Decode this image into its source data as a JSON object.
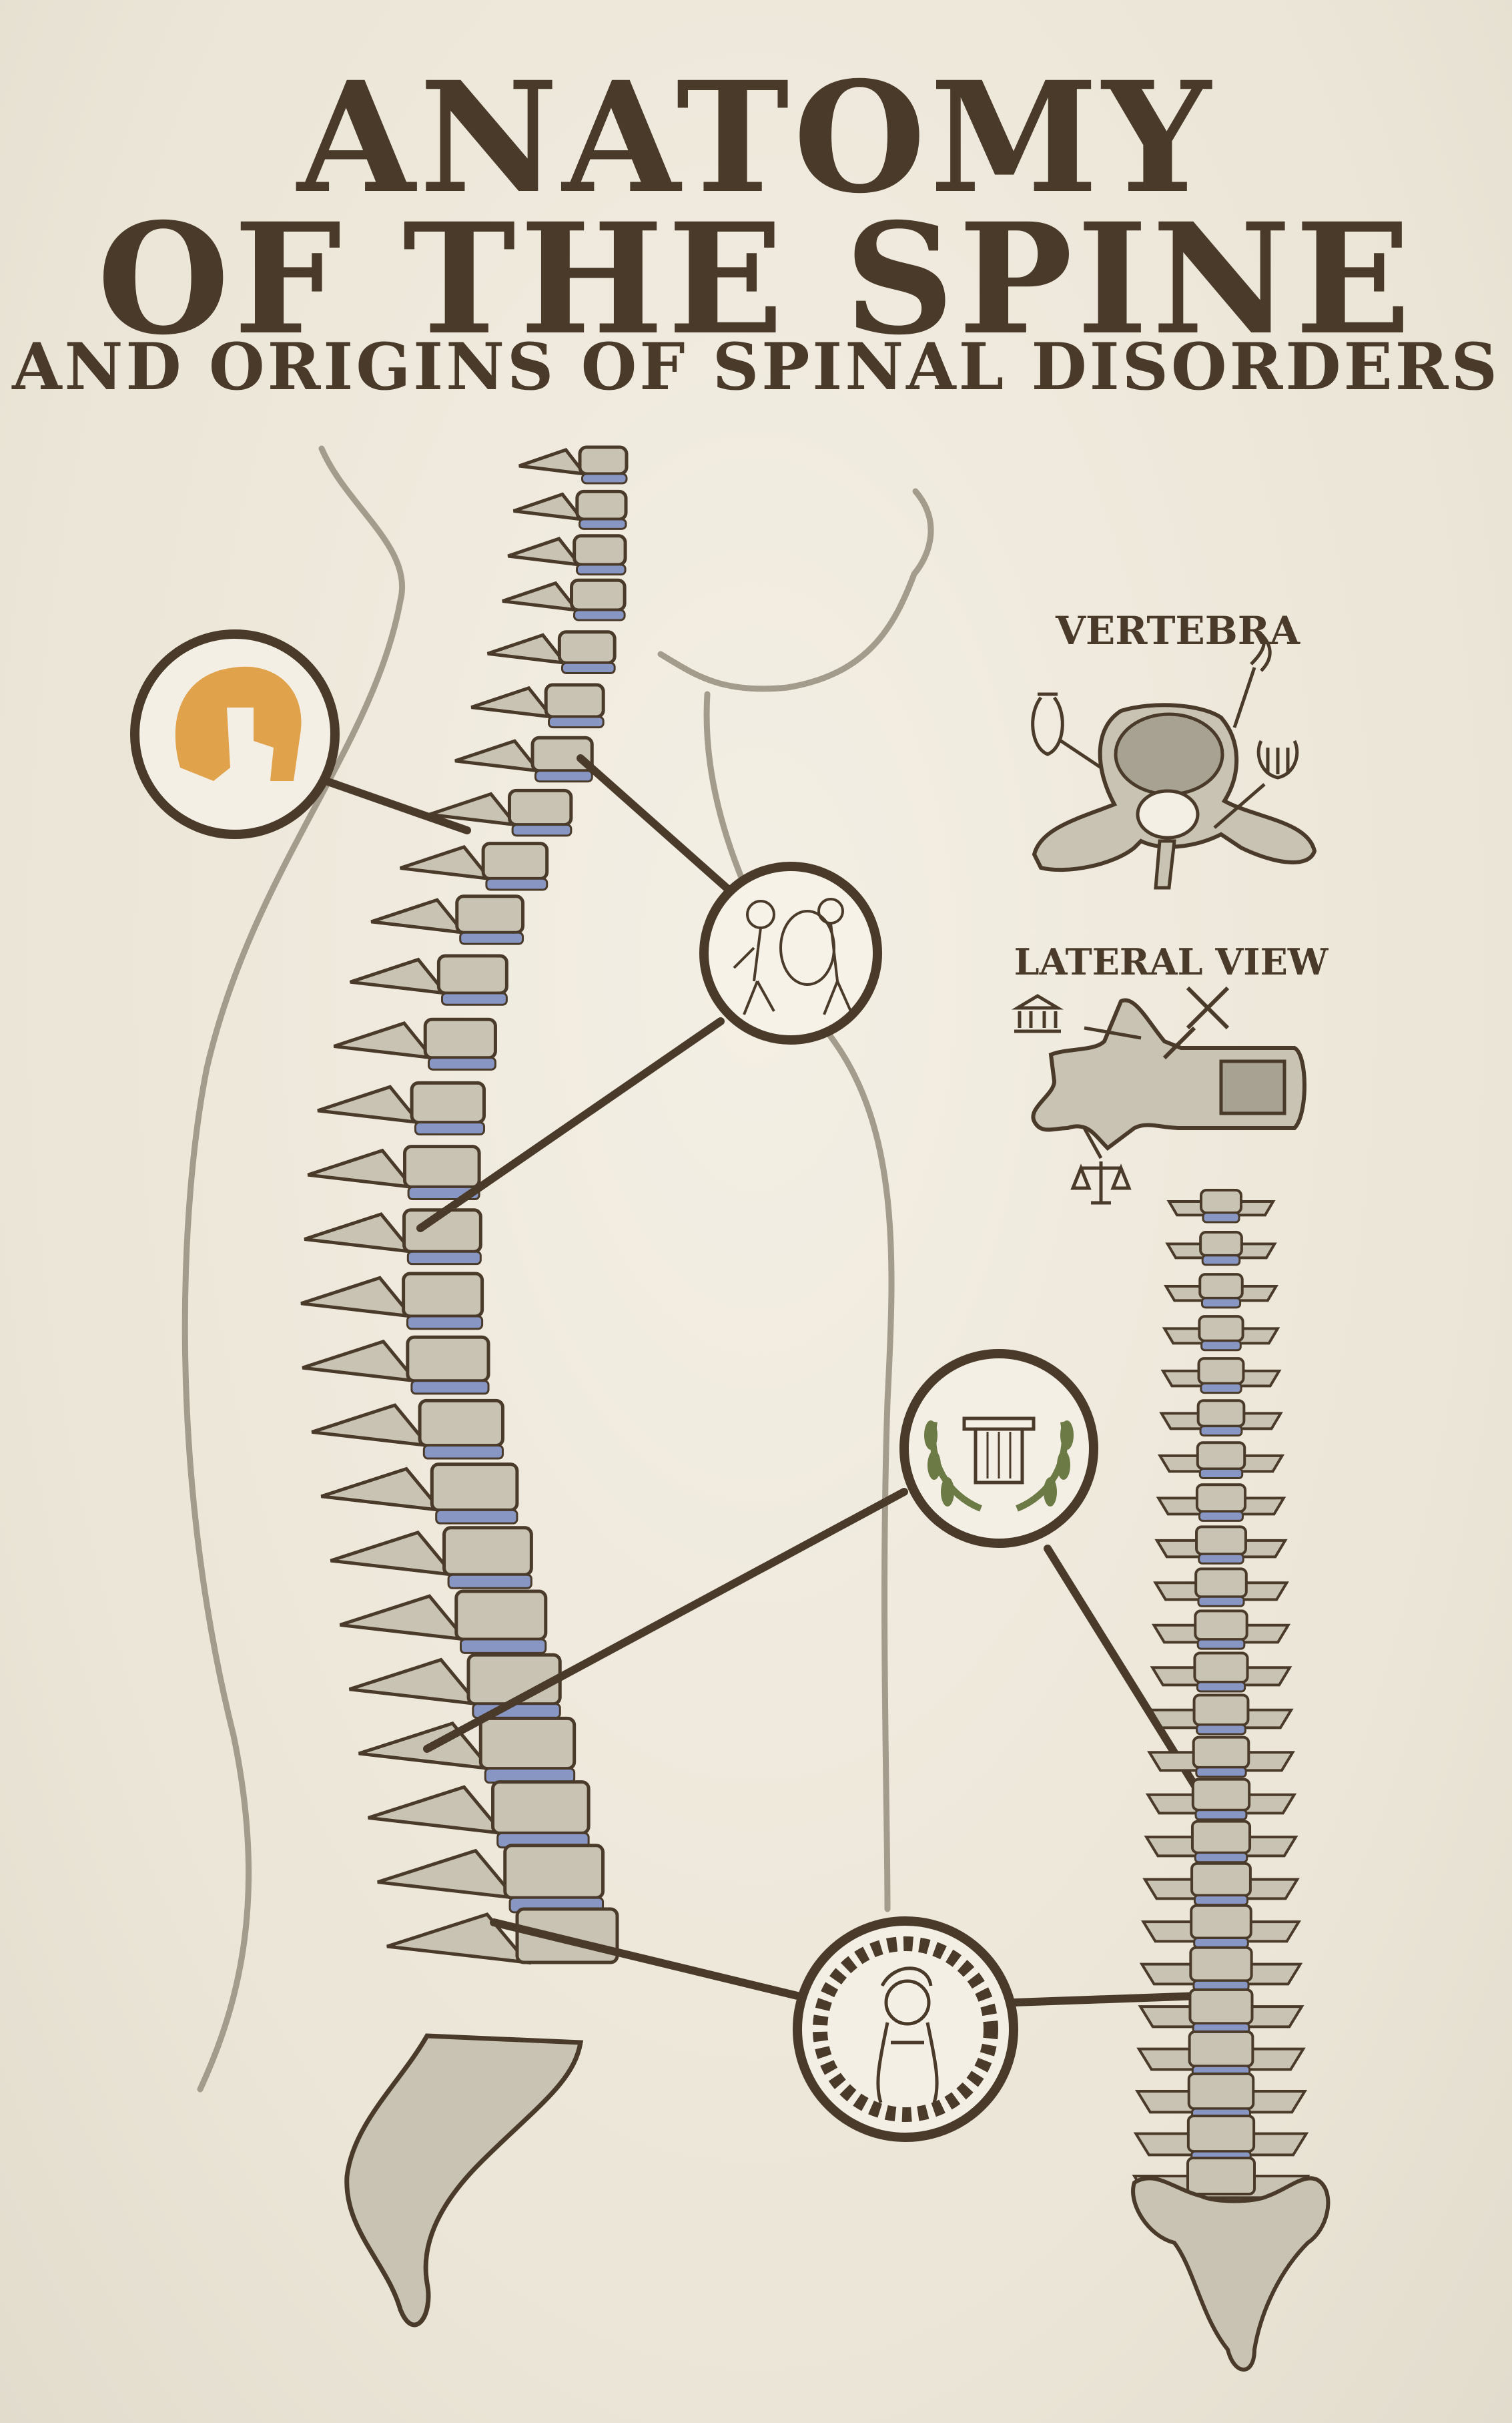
{
  "poster": {
    "title_line1": "ANATOMY",
    "title_line2": "OF THE SPINE",
    "subtitle": "AND ORIGINS OF SPINAL DISORDERS"
  },
  "vertebra_panel": {
    "label": "VERTEBRA",
    "icons": [
      "amphora-icon",
      "torch-icon",
      "lyre-icon"
    ]
  },
  "lateral_panel": {
    "label": "LATERAL VIEW",
    "icons": [
      "temple-icon",
      "crossed-swords-icon",
      "scales-icon"
    ]
  },
  "medallions": [
    "spartan-helmet-icon",
    "warriors-illustration",
    "laurel-column-icon",
    "athena-meander-icon"
  ],
  "colors": {
    "ink": "#4a3a2a",
    "bone": "#c9c3b3",
    "disc": "#8896c4",
    "body_outline": "#a39c8c",
    "helmet": "#e0a24a",
    "laurel": "#6c7a45"
  }
}
